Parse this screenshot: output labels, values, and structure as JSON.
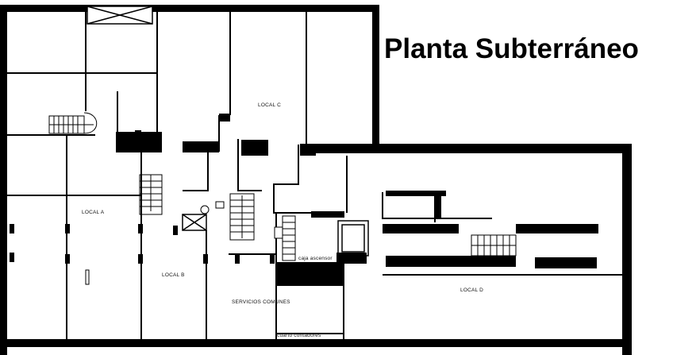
{
  "title": "Planta Subterráneo",
  "labels": {
    "local_a": "LOCAL A",
    "local_b": "LOCAL B",
    "local_c": "LOCAL C",
    "local_d": "LOCAL D",
    "servicios": "SERVICIOS COMUNES",
    "caja_ascensor": "caja ascensor",
    "cuarto_contadores": "cuarto contadores"
  }
}
